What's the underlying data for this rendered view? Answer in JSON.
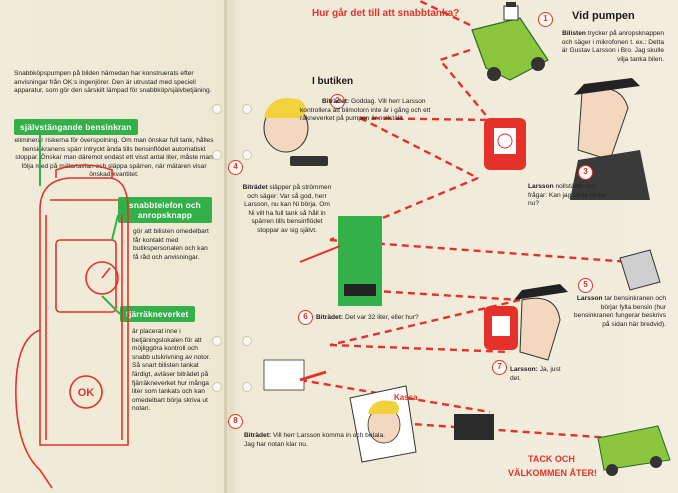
{
  "header": {
    "main_title": "Hur går det till att snabbtanka?",
    "section_pump": "Vid pumpen",
    "section_store": "I butiken"
  },
  "intro": {
    "text": "Snabbköpspumpen på bilden härnedan har konstruerats efter anvisningar från OK:s ingenjörer. Den är utrustad med speciell apparatur, som gör den särskilt lämpad för snabbköp/självbetjäning."
  },
  "features": [
    {
      "label": "självstängande bensinkran",
      "text": "eliminerar riskerna för överspolning. Om man önskar full tank, hålles bensinkranens spärr intryckt ända tills bensinflödet automatiskt stoppar. Önskar man däremot endast ett visst antal liter, måste man följa med på mätartavlan och släppa spärren, när mätaren visar önskad kvantitet."
    },
    {
      "label": "snabbtelefon och anropsknapp",
      "text": "gör att bilisten omedelbart får kontakt med butikspersonalen och kan få råd och anvisningar."
    },
    {
      "label": "fjärräkneverket",
      "text": "är placerat inne i betjäningslokalen för att möjliggöra kontroll och snabb utskrivning av notor. Så snart bilisten tankat färdigt, avläser biträdet på fjärräkneverket hur många liter som tankats och kan omedelbart börja skriva ut notan."
    }
  ],
  "steps": [
    {
      "n": "1",
      "speaker": "Bilisten",
      "text": "trycker på anropsknappen och säger i mikrofonen t. ex.: Detta är Gustav Larsson i Bro. Jag skulle vilja tanka bilen."
    },
    {
      "n": "2",
      "speaker": "Biträdet:",
      "text": "Goddag. Vill herr Larsson kontrollera att bilmotorn inte är i gång och ett räkneverket på pumpen är nollställt."
    },
    {
      "n": "3",
      "speaker": "Larsson",
      "text": "nollställer och frågar: Kan jag börja tanka nu?"
    },
    {
      "n": "4",
      "speaker": "Biträdet",
      "text": "släpper på strömmen och säger: Var så god, herr Larsson, nu kan Ni börja. Om Ni vill ha full tank så håll in spärren tills bensinflödet stoppar av sig självt."
    },
    {
      "n": "5",
      "speaker": "Larsson",
      "text": "tar bensinkranen och börjar fylla bensin (hur bensinkranen fungerar beskrivs på sidan här bredvid)."
    },
    {
      "n": "6",
      "speaker": "Biträdet:",
      "text": "Det var 32 liter, eller hur?"
    },
    {
      "n": "7",
      "speaker": "Larsson:",
      "text": "Ja, just det."
    },
    {
      "n": "8",
      "speaker": "Biträdet:",
      "text": "Vill herr Larsson komma in och betala. Jag har notan klar nu."
    }
  ],
  "signs": {
    "pump_logo": "OK",
    "kassa": "Kassa"
  },
  "closing": {
    "line1": "TACK OCH",
    "line2": "VÄLKOMMEN ÅTER!"
  },
  "colors": {
    "accent_red": "#e4322b",
    "accent_green": "#33b04a",
    "paper": "#efe9d6"
  }
}
